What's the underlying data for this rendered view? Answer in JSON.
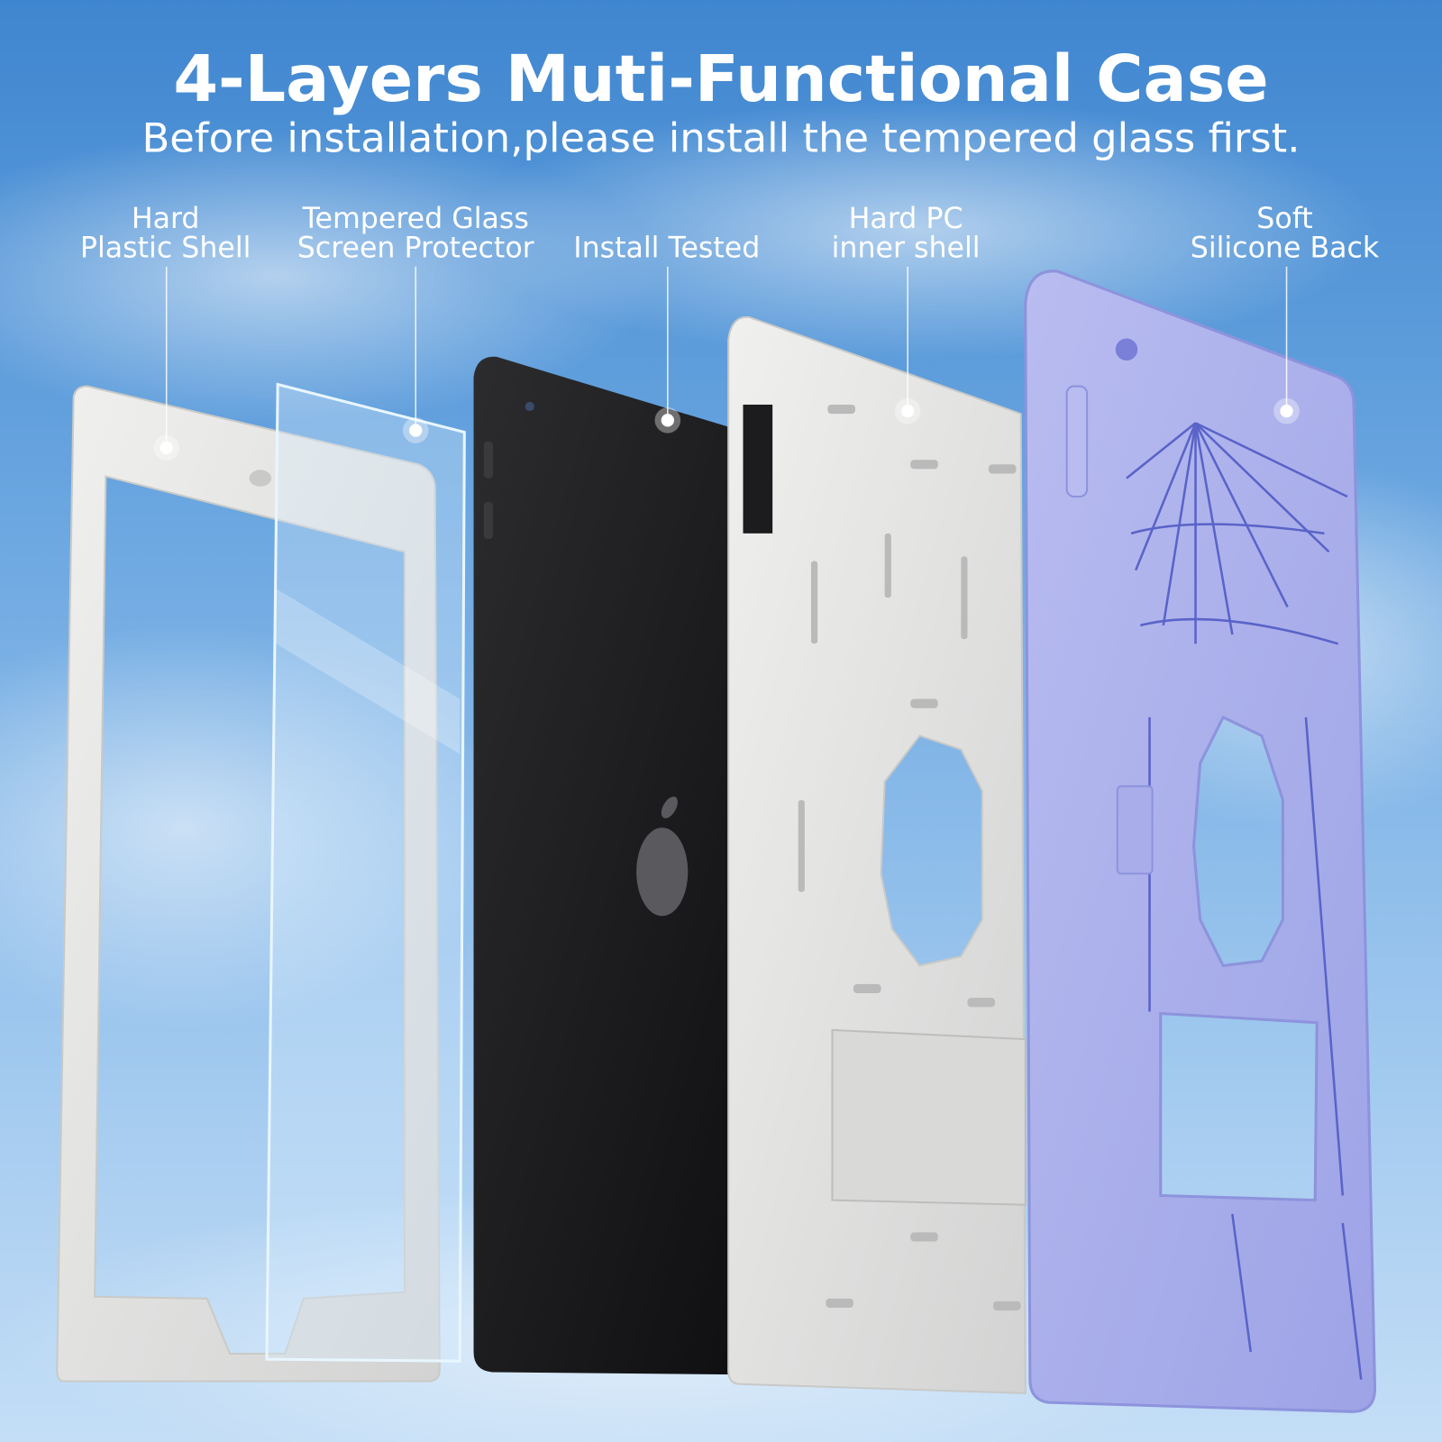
{
  "header": {
    "title": "4-Layers Muti-Functional Case",
    "subtitle": "Before installation,please install the tempered glass first."
  },
  "layers": [
    {
      "line1": "Hard",
      "line2": "Plastic Shell"
    },
    {
      "line1": "Tempered Glass",
      "line2": "Screen Protector"
    },
    {
      "line1": "",
      "line2": "Install Tested"
    },
    {
      "line1": "Hard PC",
      "line2": "inner shell"
    },
    {
      "line1": "Soft",
      "line2": "Silicone Back"
    }
  ],
  "colors": {
    "sky": "#4a8ed4",
    "shell": "#e6e6e2",
    "tablet": "#1c1c1e",
    "silicone": "#a9aeea",
    "silicone_line": "#5a63c8"
  }
}
